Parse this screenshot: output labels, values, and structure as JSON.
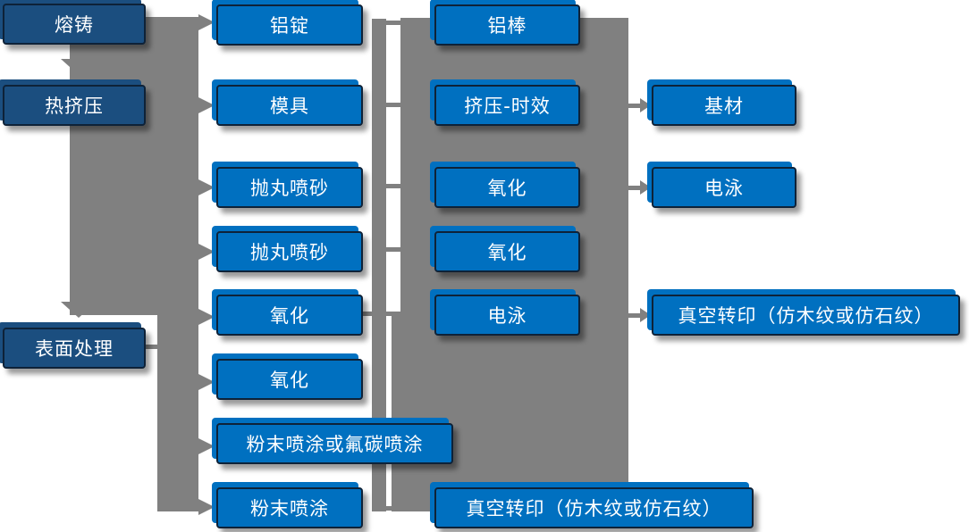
{
  "diagram": {
    "col1": [
      "熔铸",
      "热挤压",
      "表面处理"
    ],
    "col2": [
      "铝锭",
      "模具",
      "抛丸喷砂",
      "抛丸喷砂",
      "氧化",
      "氧化",
      "粉末喷涂或氟碳喷涂",
      "粉末喷涂"
    ],
    "col3": [
      "铝棒",
      "挤压-时效",
      "氧化",
      "氧化",
      "电泳",
      "真空转印（仿木纹或仿石纹）"
    ],
    "col4": [
      "基材",
      "电泳",
      "真空转印（仿木纹或仿石纹）"
    ],
    "colors": {
      "node_fill": "#0070C0",
      "node_fill_dark": "#1B4E7F",
      "connector": "#808080",
      "text": "#FFFFFF"
    }
  }
}
